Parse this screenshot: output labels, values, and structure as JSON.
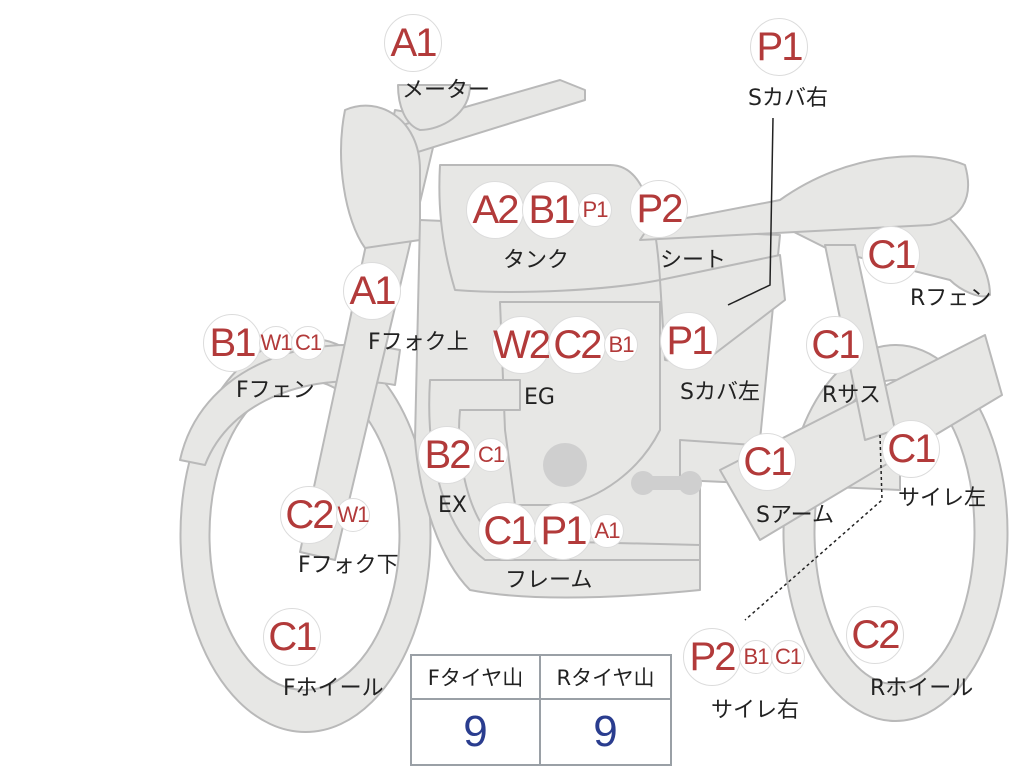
{
  "parts": [
    {
      "id": "meter",
      "label": "メーター",
      "badges": [
        {
          "code": "A1",
          "size": "big"
        }
      ]
    },
    {
      "id": "side-cover-right",
      "label": "Sカバ右",
      "badges": [
        {
          "code": "P1",
          "size": "big"
        }
      ]
    },
    {
      "id": "tank",
      "label": "タンク",
      "badges": [
        {
          "code": "A2",
          "size": "big"
        },
        {
          "code": "B1",
          "size": "big"
        },
        {
          "code": "P1",
          "size": "small"
        }
      ]
    },
    {
      "id": "seat",
      "label": "シート",
      "badges": [
        {
          "code": "P2",
          "size": "big"
        }
      ]
    },
    {
      "id": "rear-fender",
      "label": "Rフェン",
      "badges": [
        {
          "code": "C1",
          "size": "big"
        }
      ]
    },
    {
      "id": "front-fork-upper",
      "label": "Fフォク上",
      "badges": [
        {
          "code": "A1",
          "size": "big"
        }
      ]
    },
    {
      "id": "front-fender",
      "label": "Fフェン",
      "badges": [
        {
          "code": "B1",
          "size": "big"
        },
        {
          "code": "W1",
          "size": "small"
        },
        {
          "code": "C1",
          "size": "small"
        }
      ]
    },
    {
      "id": "engine",
      "label": "EG",
      "badges": [
        {
          "code": "W2",
          "size": "big"
        },
        {
          "code": "C2",
          "size": "big"
        },
        {
          "code": "B1",
          "size": "small"
        }
      ]
    },
    {
      "id": "side-cover-left",
      "label": "Sカバ左",
      "badges": [
        {
          "code": "P1",
          "size": "big"
        }
      ]
    },
    {
      "id": "rear-suspension",
      "label": "Rサス",
      "badges": [
        {
          "code": "C1",
          "size": "big"
        }
      ]
    },
    {
      "id": "exhaust",
      "label": "EX",
      "badges": [
        {
          "code": "B2",
          "size": "big"
        },
        {
          "code": "C1",
          "size": "small"
        }
      ]
    },
    {
      "id": "swing-arm",
      "label": "Sアーム",
      "badges": [
        {
          "code": "C1",
          "size": "big"
        }
      ]
    },
    {
      "id": "muffler-left",
      "label": "サイレ左",
      "badges": [
        {
          "code": "C1",
          "size": "big"
        }
      ]
    },
    {
      "id": "front-fork-lower",
      "label": "Fフォク下",
      "badges": [
        {
          "code": "C2",
          "size": "big"
        },
        {
          "code": "W1",
          "size": "small"
        }
      ]
    },
    {
      "id": "frame",
      "label": "フレーム",
      "badges": [
        {
          "code": "C1",
          "size": "big"
        },
        {
          "code": "P1",
          "size": "big"
        },
        {
          "code": "A1",
          "size": "small"
        }
      ]
    },
    {
      "id": "front-wheel",
      "label": "Fホイール",
      "badges": [
        {
          "code": "C1",
          "size": "big"
        }
      ]
    },
    {
      "id": "muffler-right",
      "label": "サイレ右",
      "badges": [
        {
          "code": "P2",
          "size": "big"
        },
        {
          "code": "B1",
          "size": "small"
        },
        {
          "code": "C1",
          "size": "small"
        }
      ]
    },
    {
      "id": "rear-wheel",
      "label": "Rホイール",
      "badges": [
        {
          "code": "C2",
          "size": "big"
        }
      ]
    }
  ],
  "tire_table": {
    "headers": [
      "Fタイヤ山",
      "Rタイヤ山"
    ],
    "values": [
      "9",
      "9"
    ]
  },
  "colors": {
    "bike_fill": "#e7e7e5",
    "bike_stroke": "#b9b9b9",
    "badge_text": "#b23a3a",
    "value_text": "#2a3d8f"
  }
}
